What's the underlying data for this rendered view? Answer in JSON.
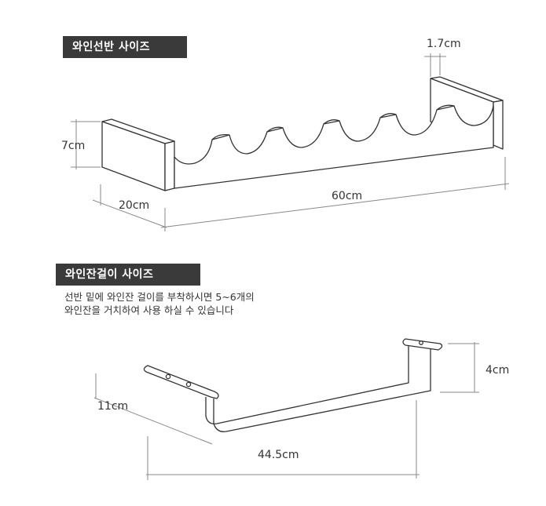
{
  "shelf": {
    "title": "와인선반 사이즈",
    "dimensions": {
      "thickness": "1.7cm",
      "height": "7cm",
      "depth": "20cm",
      "length": "60cm"
    }
  },
  "hanger": {
    "title": "와인잔걸이 사이즈",
    "description": [
      "선반 밑에 와인잔 걸이를 부착하시면 5~6개의",
      "와인잔을 거치하여 사용 하실 수 있습니다"
    ],
    "dimensions": {
      "height": "4cm",
      "depth": "11cm",
      "length": "44.5cm"
    }
  },
  "colors": {
    "label_bg": "#3a3a3a",
    "line": "#333333",
    "dim_line": "#888888"
  }
}
